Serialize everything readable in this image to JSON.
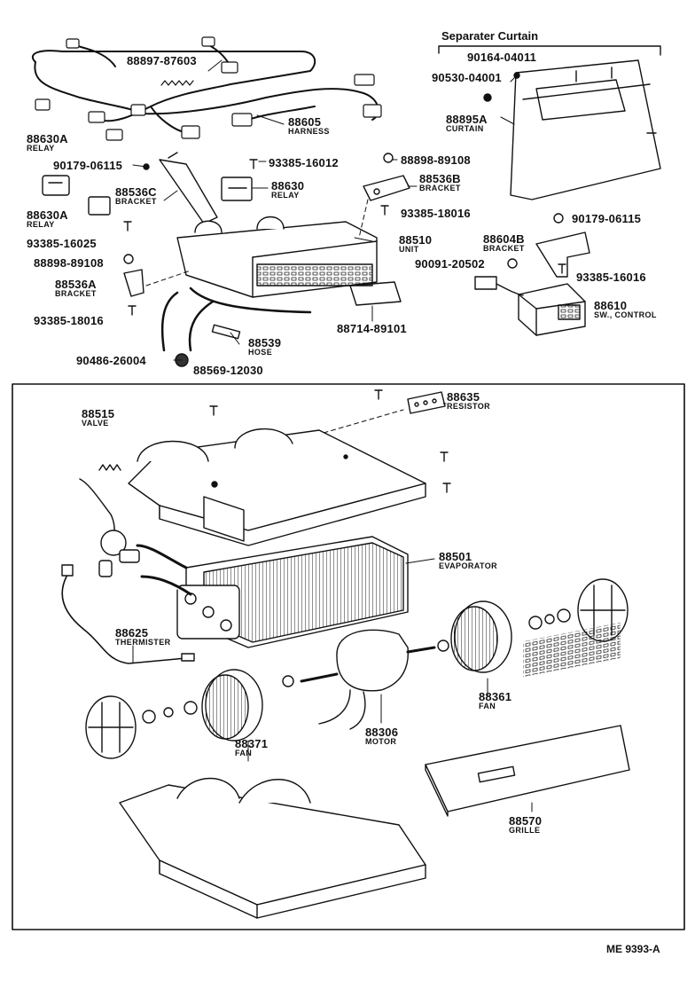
{
  "diagram": {
    "separator_header": "Separater Curtain",
    "ref_code": "ME 9393-A",
    "labels": {
      "l88897": {
        "num": "88897-87603",
        "name": ""
      },
      "l88605": {
        "num": "88605",
        "name": "HARNESS"
      },
      "l90164": {
        "num": "90164-04011",
        "name": ""
      },
      "l90530": {
        "num": "90530-04001",
        "name": ""
      },
      "l88895": {
        "num": "88895A",
        "name": "CURTAIN"
      },
      "l88630A1": {
        "num": "88630A",
        "name": "RELAY"
      },
      "l90179a": {
        "num": "90179-06115",
        "name": ""
      },
      "l93385a": {
        "num": "93385-16012",
        "name": ""
      },
      "l88898a": {
        "num": "88898-89108",
        "name": ""
      },
      "l88536C": {
        "num": "88536C",
        "name": "BRACKET"
      },
      "l88630": {
        "num": "88630",
        "name": "RELAY"
      },
      "l88536B": {
        "num": "88536B",
        "name": "BRACKET"
      },
      "l88630A2": {
        "num": "88630A",
        "name": "RELAY"
      },
      "l93385b": {
        "num": "93385-18016",
        "name": ""
      },
      "l90179b": {
        "num": "90179-06115",
        "name": ""
      },
      "l93385c": {
        "num": "93385-16025",
        "name": ""
      },
      "l88510": {
        "num": "88510",
        "name": "UNIT"
      },
      "l88604B": {
        "num": "88604B",
        "name": "BRACKET"
      },
      "l88898b": {
        "num": "88898-89108",
        "name": ""
      },
      "l90091": {
        "num": "90091-20502",
        "name": ""
      },
      "l88536A": {
        "num": "88536A",
        "name": "BRACKET"
      },
      "l93385d": {
        "num": "93385-16016",
        "name": ""
      },
      "l88610": {
        "num": "88610",
        "name": "SW., CONTROL"
      },
      "l93385e": {
        "num": "93385-18016",
        "name": ""
      },
      "l88714": {
        "num": "88714-89101",
        "name": ""
      },
      "l88539": {
        "num": "88539",
        "name": "HOSE"
      },
      "l90486": {
        "num": "90486-26004",
        "name": ""
      },
      "l88569": {
        "num": "88569-12030",
        "name": ""
      },
      "l88635": {
        "num": "88635",
        "name": "RESISTOR"
      },
      "l88515": {
        "num": "88515",
        "name": "VALVE"
      },
      "l88501": {
        "num": "88501",
        "name": "EVAPORATOR"
      },
      "l88625": {
        "num": "88625",
        "name": "THERMISTER"
      },
      "l88361": {
        "num": "88361",
        "name": "FAN"
      },
      "l88371": {
        "num": "88371",
        "name": "FAN"
      },
      "l88306": {
        "num": "88306",
        "name": "MOTOR"
      },
      "l88570": {
        "num": "88570",
        "name": "GRILLE"
      }
    }
  }
}
